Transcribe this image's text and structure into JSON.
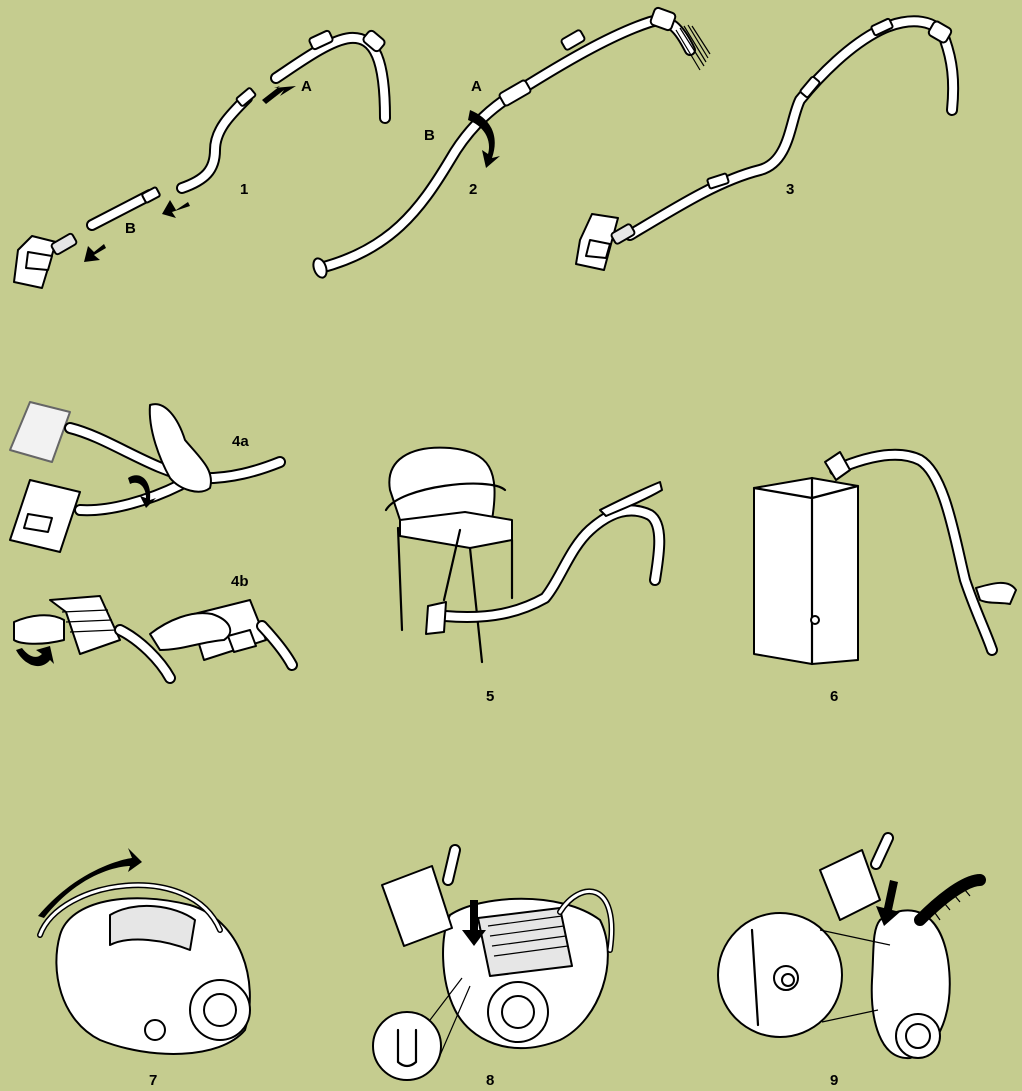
{
  "steps": [
    {
      "number": "1",
      "callouts": [
        "A",
        "B"
      ]
    },
    {
      "number": "2",
      "callouts": [
        "A",
        "B"
      ]
    },
    {
      "number": "3"
    },
    {
      "number": "4a"
    },
    {
      "number": "4b"
    },
    {
      "number": "5"
    },
    {
      "number": "6"
    },
    {
      "number": "7"
    },
    {
      "number": "8"
    },
    {
      "number": "9"
    }
  ],
  "colors": {
    "background": "#c5cc8f",
    "line": "#000000",
    "fill": "#ffffff"
  }
}
